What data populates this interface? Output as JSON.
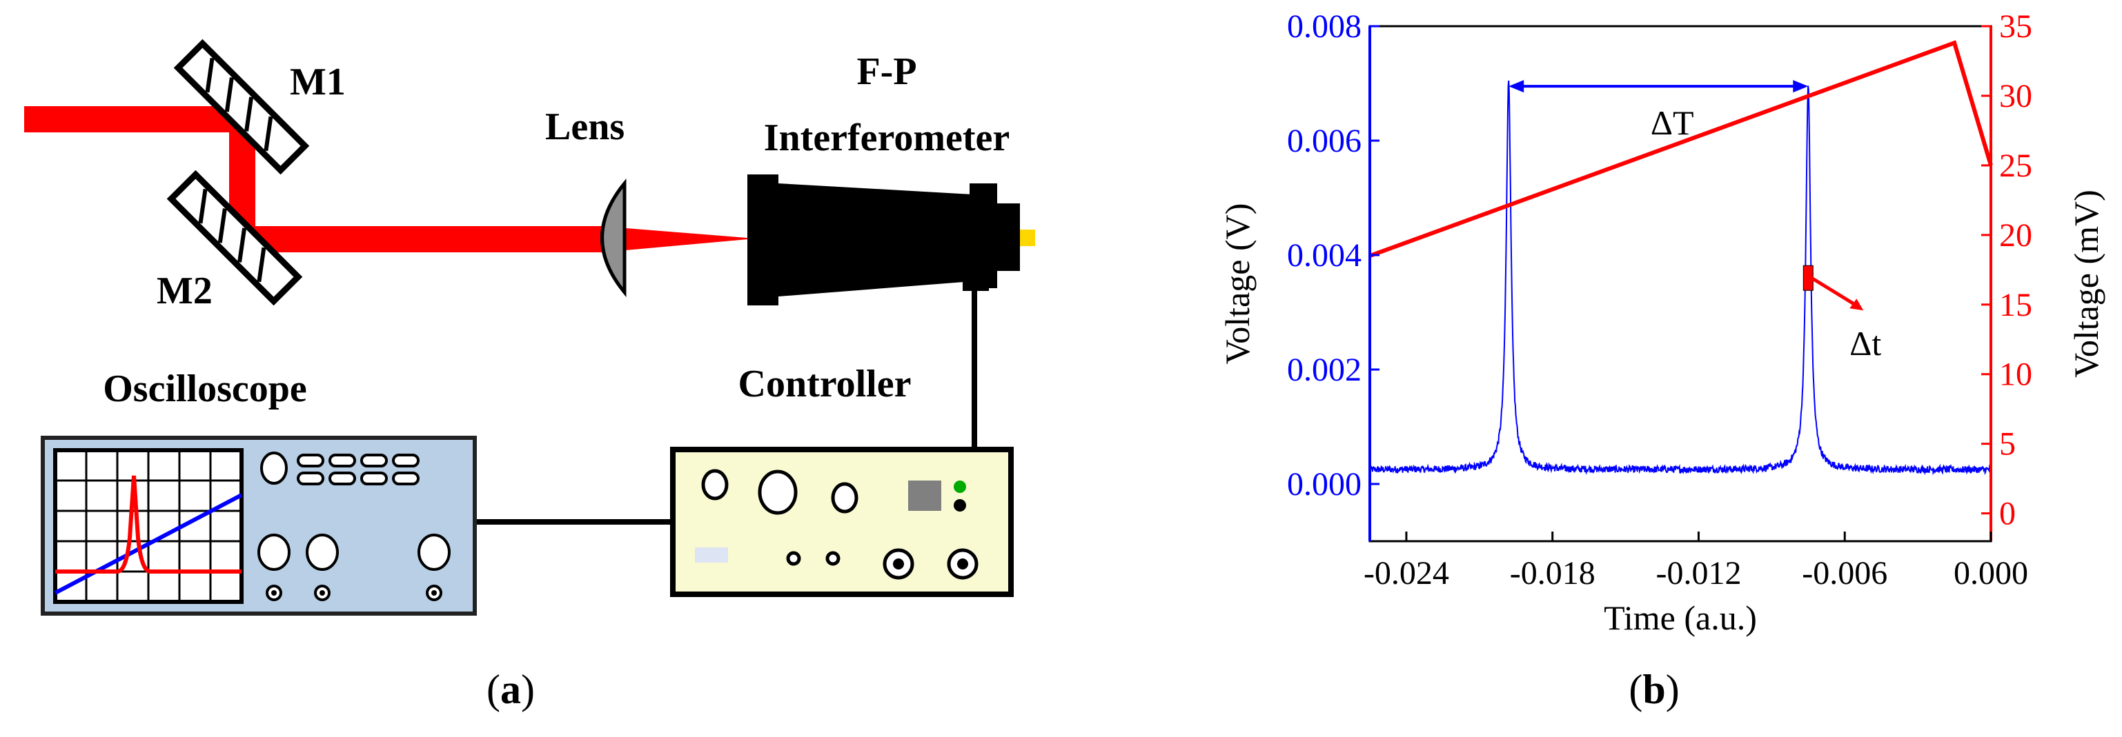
{
  "panel_a": {
    "labels": {
      "m1": "M1",
      "m2": "M2",
      "lens": "Lens",
      "fp_line1": "F-P",
      "fp_line2": "Interferometer",
      "oscilloscope": "Oscilloscope",
      "controller": "Controller"
    },
    "caption_prefix": "(",
    "caption_letter": "a",
    "caption_suffix": ")",
    "colors": {
      "beam": "#ff0000",
      "scope_body": "#b8cfe6",
      "controller_body": "#fafad2",
      "detector": "#ffd700"
    }
  },
  "panel_b": {
    "caption_prefix": "(",
    "caption_letter": "b",
    "caption_suffix": ")",
    "annotation_big_T": "ΔT",
    "annotation_small_t": "Δt",
    "colors": {
      "left_axis": "#0000ff",
      "right_axis": "#ff0000"
    }
  },
  "chart_data": {
    "type": "line",
    "xlabel": "Time (a.u.)",
    "ylabel": "Voltage (V)",
    "ylabel_right": "Voltage (mV)",
    "xlim": [
      -0.0255,
      0.0
    ],
    "ylim": [
      -0.001,
      0.008
    ],
    "ylim_right": [
      -2,
      35
    ],
    "x_ticks": [
      -0.024,
      -0.018,
      -0.012,
      -0.006,
      0.0
    ],
    "x_tick_labels": [
      "-0.024",
      "-0.018",
      "-0.012",
      "-0.006",
      "0.000"
    ],
    "y_ticks": [
      0.0,
      0.002,
      0.004,
      0.006,
      0.008
    ],
    "y_tick_labels": [
      "0.000",
      "0.002",
      "0.004",
      "0.006",
      "0.008"
    ],
    "y_ticks_right": [
      0,
      5,
      10,
      15,
      20,
      25,
      30,
      35
    ],
    "y_tick_labels_right": [
      "0",
      "5",
      "10",
      "15",
      "20",
      "25",
      "30",
      "35"
    ],
    "grid": false,
    "series": [
      {
        "axis": "left",
        "color": "#0000ff",
        "baseline": 0.00025,
        "noise": 6e-05,
        "peaks": [
          {
            "x": -0.0198,
            "height": 0.0068
          },
          {
            "x": -0.0075,
            "height": 0.0067
          }
        ]
      },
      {
        "axis": "right",
        "color": "#ff0000",
        "x": [
          -0.0255,
          -0.0015,
          0.0
        ],
        "y": [
          18.5,
          33.8,
          25.0
        ]
      }
    ]
  }
}
